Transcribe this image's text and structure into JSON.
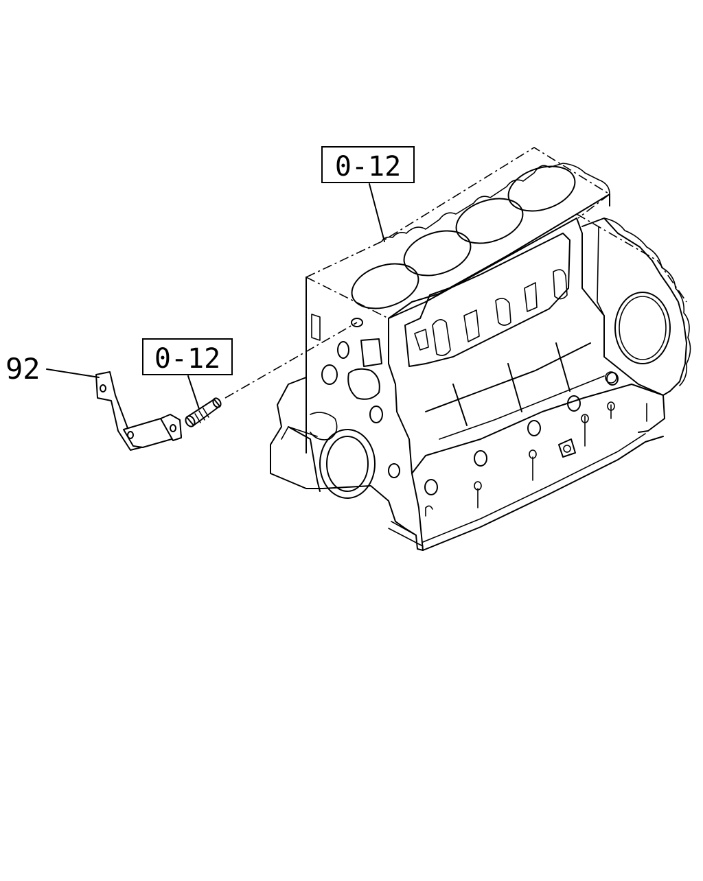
{
  "callouts": {
    "block_ref": "0-12",
    "stud_ref": "0-12",
    "bracket_ref": "92"
  }
}
